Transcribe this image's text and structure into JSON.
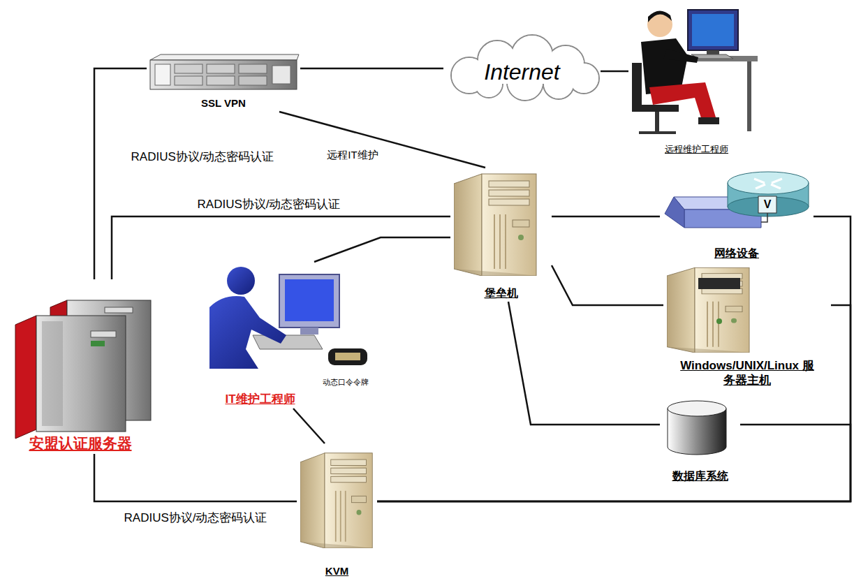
{
  "diagram": {
    "nodes": [
      {
        "text": [
          "SSL VPN"
        ]
      },
      {
        "text": [
          "Internet"
        ]
      },
      {
        "text": [
          "远程维护工程师"
        ]
      },
      {
        "text": [
          "堡垒机"
        ]
      },
      {
        "text": [
          "网络设备"
        ]
      },
      {
        "text": [
          "Windows/UNIX/Linux 服务器主机"
        ]
      },
      {
        "text": [
          "数据库系统"
        ]
      },
      {
        "text": [
          "安盟认证服务器"
        ]
      },
      {
        "text": [
          "IT维护工程师"
        ]
      },
      {
        "text": [
          "动态口令令牌"
        ]
      },
      {
        "text": [
          "KVM"
        ]
      }
    ],
    "edges": [
      {
        "from": 7,
        "to": 0,
        "arrow": "none",
        "label": "RADIUS协议/动态密码认证"
      },
      {
        "from": 7,
        "to": 3,
        "arrow": "none",
        "label": "RADIUS协议/动态密码认证"
      },
      {
        "from": 7,
        "to": 10,
        "arrow": "none",
        "label": "RADIUS协议/动态密码认证"
      },
      {
        "from": 0,
        "to": 1,
        "arrow": "none"
      },
      {
        "from": 1,
        "to": 2,
        "arrow": "none"
      },
      {
        "from": 0,
        "to": 3,
        "arrow": "none",
        "label": "远程IT维护"
      },
      {
        "from": 8,
        "to": 3,
        "arrow": "none"
      },
      {
        "from": 8,
        "to": 10,
        "arrow": "none"
      },
      {
        "from": 3,
        "to": 4,
        "arrow": "none"
      },
      {
        "from": 3,
        "to": 5,
        "arrow": "none"
      },
      {
        "from": 3,
        "to": 6,
        "arrow": "none"
      },
      {
        "from": 10,
        "to": 4,
        "arrow": "none"
      },
      {
        "from": 10,
        "to": 5,
        "arrow": "none"
      },
      {
        "from": 10,
        "to": 6,
        "arrow": "none"
      }
    ],
    "labels": [
      "V"
    ]
  }
}
